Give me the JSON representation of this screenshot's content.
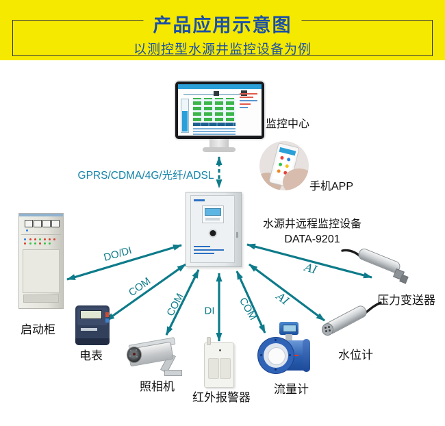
{
  "header": {
    "title": "产品应用示意图",
    "subtitle": "以测控型水源井监控设备为例"
  },
  "nodes": {
    "monitor": {
      "label": "监控中心"
    },
    "phone": {
      "label": "手机APP"
    },
    "device": {
      "name": "水源井远程监控设备",
      "model": "DATA-9201"
    },
    "start_cabinet": {
      "label": "启动柜"
    },
    "power_meter": {
      "label": "电表"
    },
    "camera": {
      "label": "照相机"
    },
    "ir_alarm": {
      "label": "红外报警器"
    },
    "flow_meter": {
      "label": "流量计"
    },
    "water_level": {
      "label": "水位计"
    },
    "pressure_transmitter": {
      "label": "压力变送器"
    }
  },
  "connections": [
    {
      "from": "monitor",
      "to": "device",
      "label": "GPRS/CDMA/4G/光纤/ADSL",
      "style": "dashed"
    },
    {
      "from": "start_cabinet",
      "to": "device",
      "label": "DO/DI",
      "style": "solid"
    },
    {
      "from": "power_meter",
      "to": "device",
      "label": "COM",
      "style": "solid"
    },
    {
      "from": "camera",
      "to": "device",
      "label": "COM",
      "style": "solid"
    },
    {
      "from": "ir_alarm",
      "to": "device",
      "label": "DI",
      "style": "solid"
    },
    {
      "from": "flow_meter",
      "to": "device",
      "label": "COM",
      "style": "solid"
    },
    {
      "from": "water_level",
      "to": "device",
      "label": "AI",
      "style": "solid"
    },
    {
      "from": "pressure_transmitter",
      "to": "device",
      "label": "AI",
      "style": "solid"
    }
  ],
  "colors": {
    "banner_bg": "#f6e900",
    "banner_text": "#1b50a5",
    "arrow": "#0d7b8a",
    "network_label": "#1283a8"
  }
}
